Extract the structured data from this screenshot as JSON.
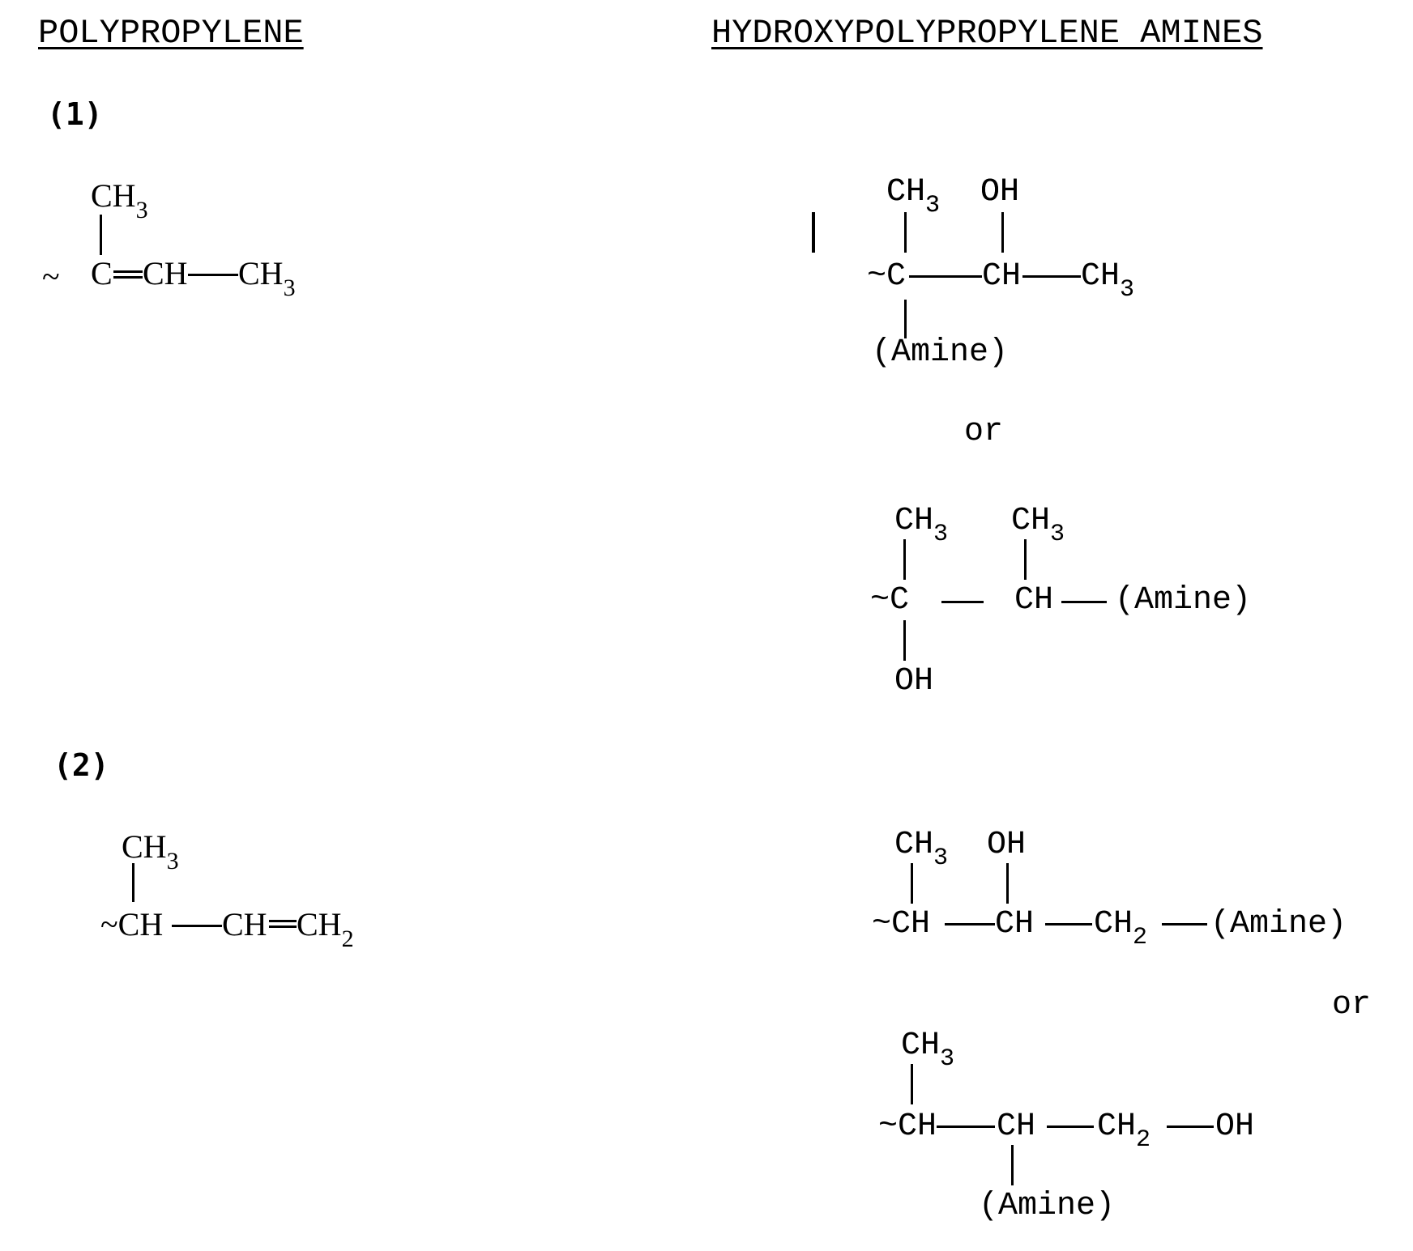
{
  "headers": {
    "left": "POLYPROPYLENE",
    "right": "HYDROXYPOLYPROPYLENE AMINES"
  },
  "labels": {
    "one": "(1)",
    "two": "(2)"
  },
  "tokens": {
    "ch": "CH",
    "c": "C",
    "oh": "OH",
    "amine": "(Amine)",
    "tilde": "~",
    "tilde_c": "~C",
    "tilde_ch": "~CH",
    "c_eq": "C",
    "sub3": "3",
    "sub2": "2",
    "or": "or"
  },
  "structures": {
    "s1_polypropylene": "~C(CH3)=CH—CH3",
    "s1_product_a": "~C(CH3)(Amine)—CH(OH)—CH3",
    "s1_product_b": "~C(CH3)(OH)—CH(CH3)—(Amine)",
    "s2_polypropylene": "~CH(CH3)—CH=CH2",
    "s2_product_a": "~CH(CH3)—CH(OH)—CH2—(Amine)",
    "s2_product_b": "~CH(CH3)—CH(Amine)—CH2—OH"
  },
  "connectors": {
    "or1": "or",
    "or2": "or"
  }
}
